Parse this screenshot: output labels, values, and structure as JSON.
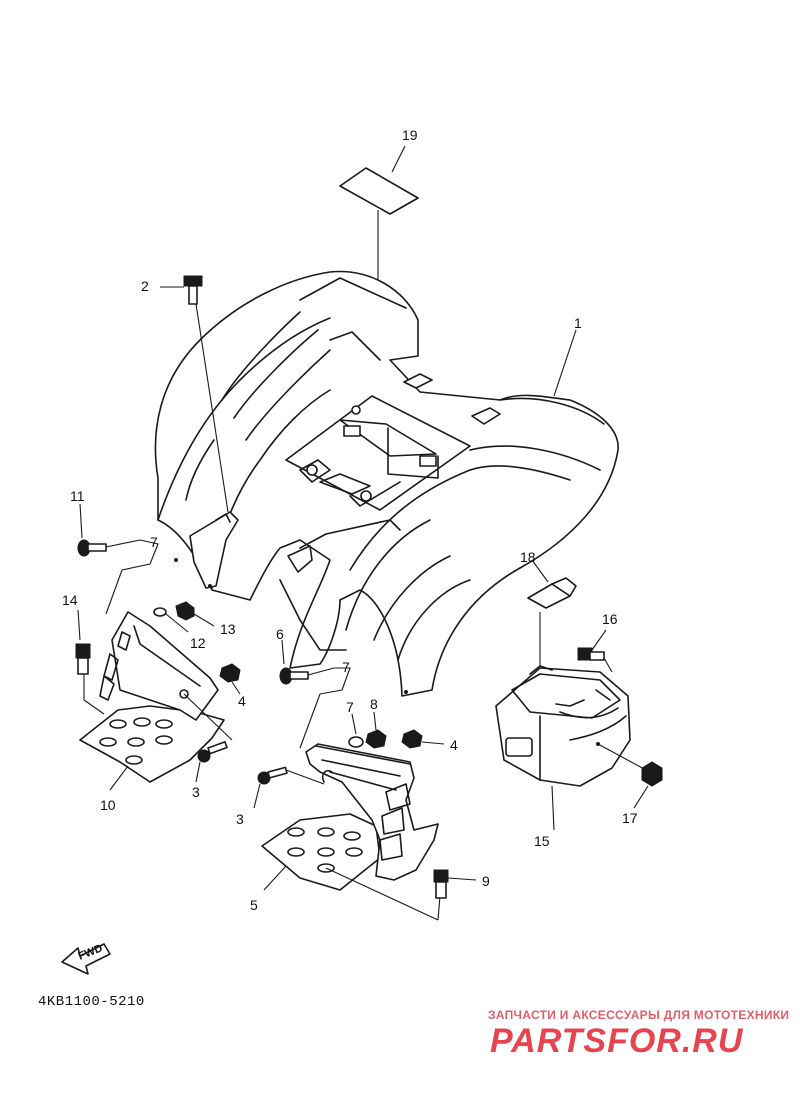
{
  "callouts": [
    {
      "id": "c1",
      "text": "1"
    },
    {
      "id": "c2",
      "text": "2"
    },
    {
      "id": "c3a",
      "text": "3"
    },
    {
      "id": "c3b",
      "text": "3"
    },
    {
      "id": "c4a",
      "text": "4"
    },
    {
      "id": "c4b",
      "text": "4"
    },
    {
      "id": "c5",
      "text": "5"
    },
    {
      "id": "c6",
      "text": "6"
    },
    {
      "id": "c7a",
      "text": "7"
    },
    {
      "id": "c7b",
      "text": "7"
    },
    {
      "id": "c7c",
      "text": "7"
    },
    {
      "id": "c8",
      "text": "8"
    },
    {
      "id": "c9",
      "text": "9"
    },
    {
      "id": "c10",
      "text": "10"
    },
    {
      "id": "c11",
      "text": "11"
    },
    {
      "id": "c12",
      "text": "12"
    },
    {
      "id": "c13",
      "text": "13"
    },
    {
      "id": "c14",
      "text": "14"
    },
    {
      "id": "c15",
      "text": "15"
    },
    {
      "id": "c16",
      "text": "16"
    },
    {
      "id": "c17",
      "text": "17"
    },
    {
      "id": "c18",
      "text": "18"
    },
    {
      "id": "c19",
      "text": "19"
    }
  ],
  "fwd_label": "FWD",
  "part_code": "4KB1100-5210",
  "watermark": {
    "caption": "ЗАПЧАСТИ И АКСЕССУАРЫ ДЛЯ МОТОТЕХНИКИ",
    "brand": "PARTSFOR.RU",
    "color": "#e8444f"
  }
}
